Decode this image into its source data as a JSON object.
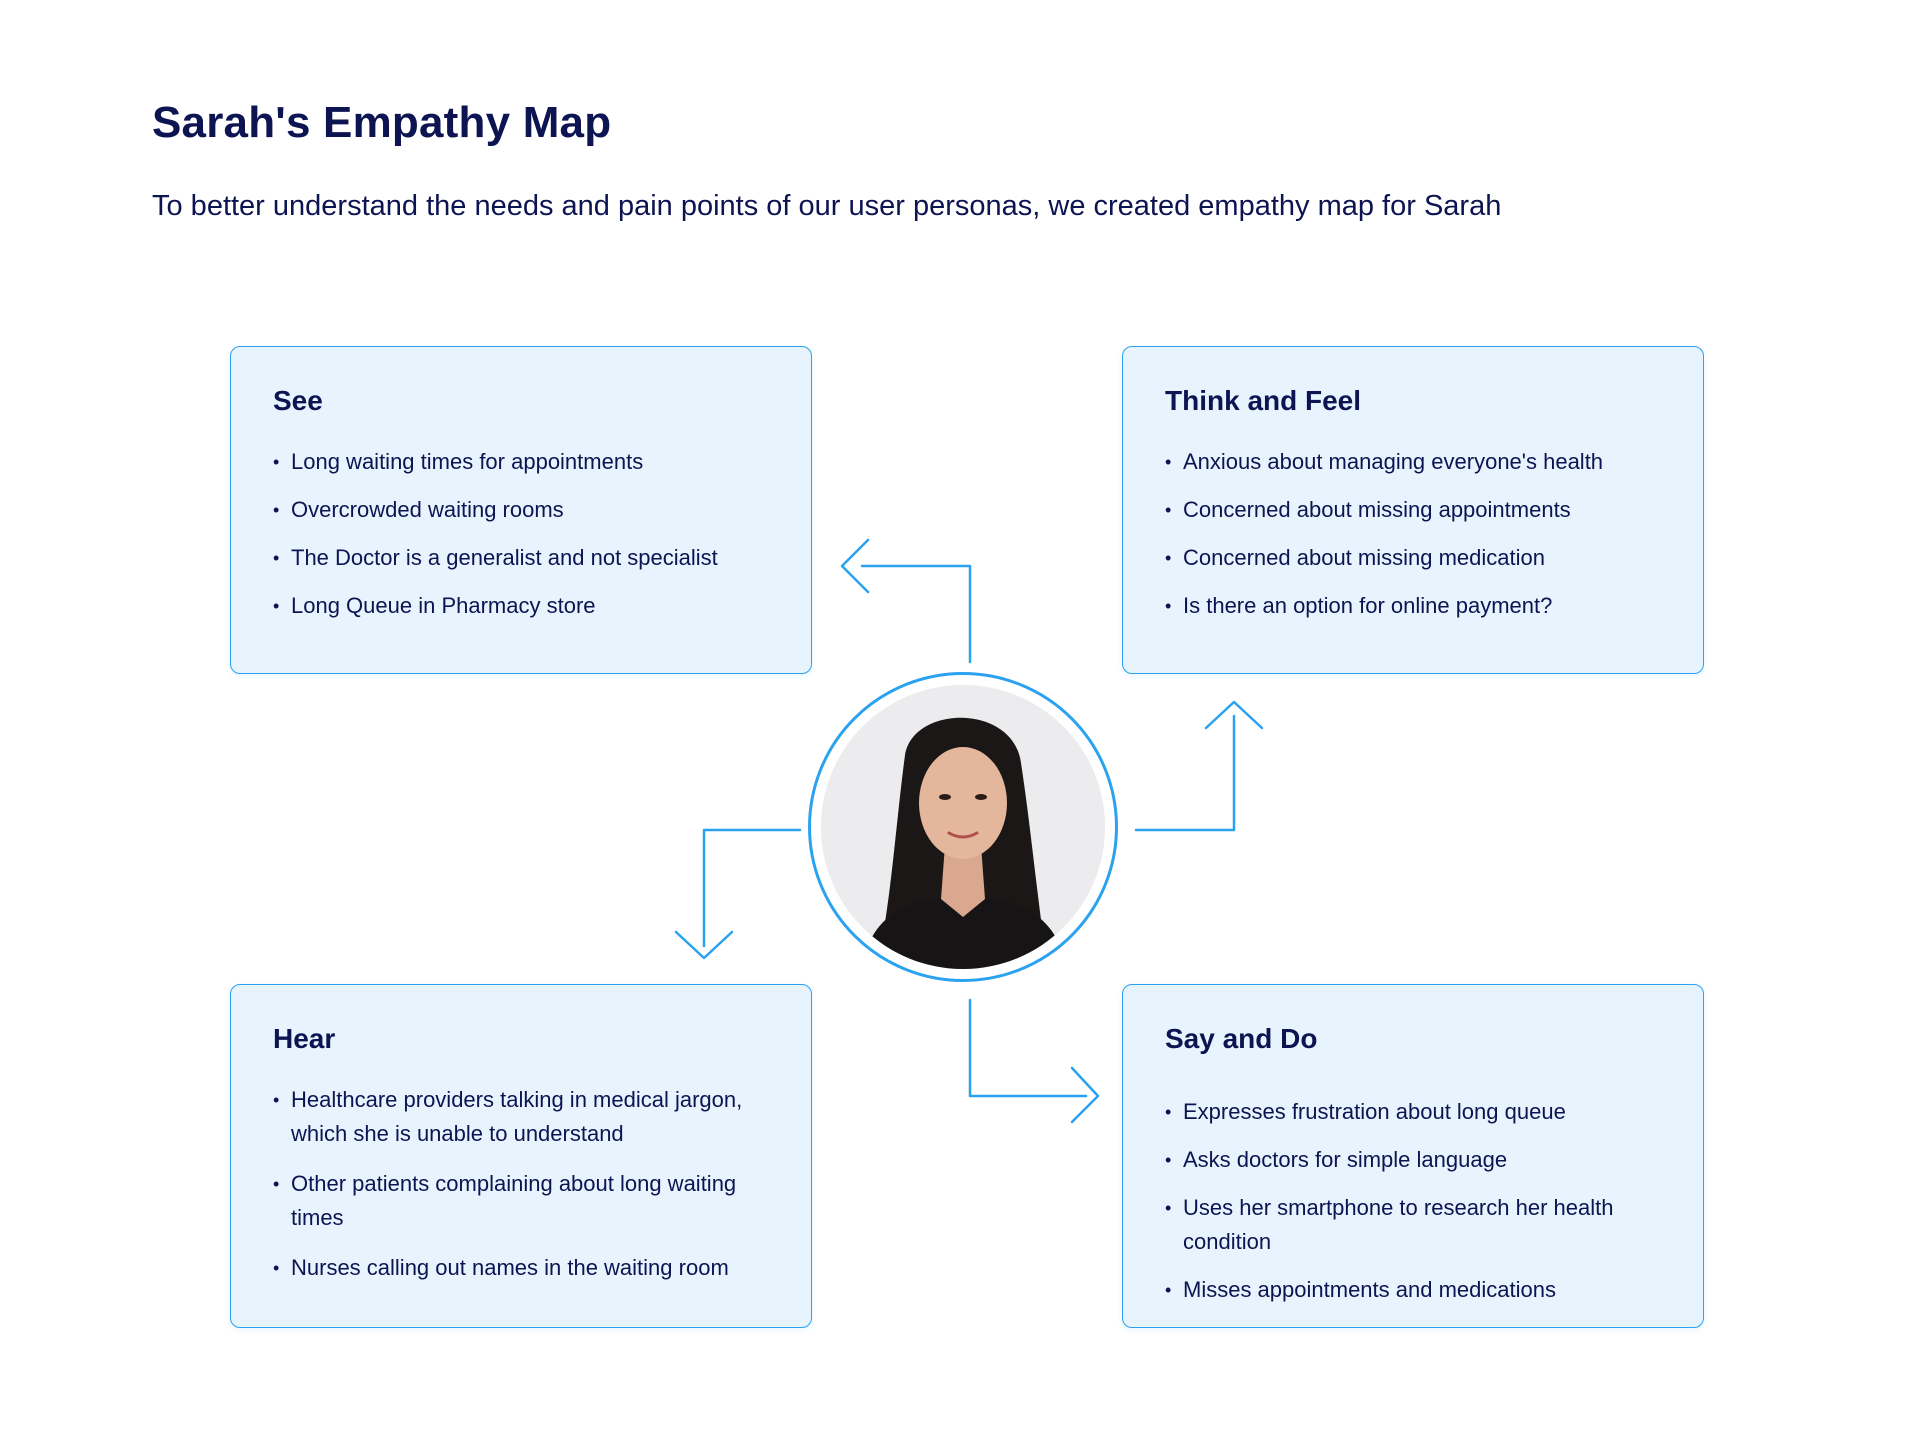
{
  "header": {
    "title": "Sarah's Empathy Map",
    "subtitle": "To better understand the needs and pain points of our user personas, we created empathy map for Sarah"
  },
  "colors": {
    "accent": "#2aa2f0",
    "card_bg": "#e8f4fd",
    "text": "#0d1452"
  },
  "quadrants": {
    "see": {
      "title": "See",
      "items": [
        "Long waiting times for appointments",
        "Overcrowded waiting rooms",
        "The Doctor is a generalist and not specialist",
        "Long Queue in Pharmacy store"
      ]
    },
    "think_feel": {
      "title": "Think and Feel",
      "items": [
        "Anxious about managing everyone's health",
        "Concerned about missing appointments",
        "Concerned about missing medication",
        "Is there an option for online payment?"
      ]
    },
    "hear": {
      "title": "Hear",
      "items": [
        "Healthcare providers talking in medical jargon, which she is unable to understand",
        "Other patients complaining about long waiting times",
        "Nurses calling out names in the waiting room"
      ]
    },
    "say_do": {
      "title": "Say and Do",
      "items": [
        "Expresses frustration about long queue",
        "Asks doctors for simple language",
        "Uses her smartphone to research her health condition",
        "Misses appointments and medications"
      ]
    }
  },
  "persona": {
    "icon": "persona-photo"
  }
}
